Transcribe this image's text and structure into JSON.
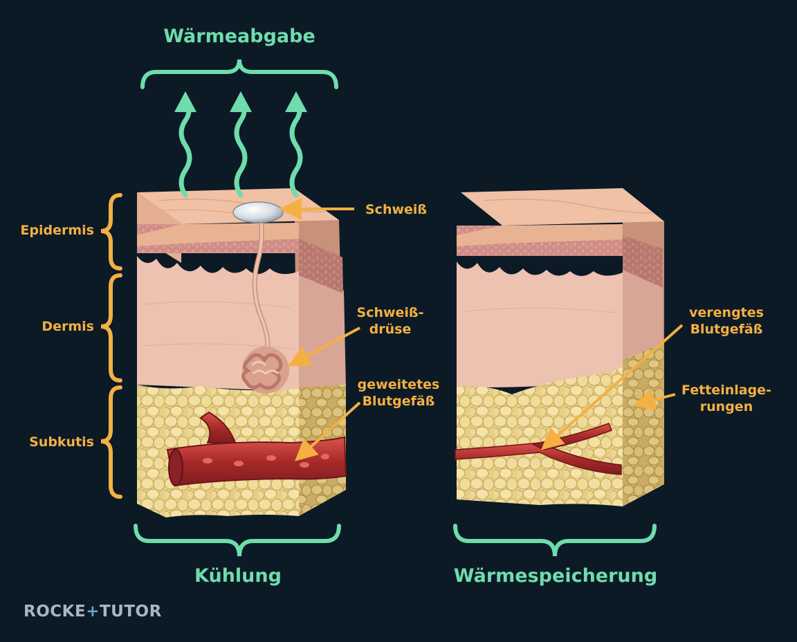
{
  "labels": {
    "top_title": "Wärmeabgabe",
    "epidermis": "Epidermis",
    "dermis": "Dermis",
    "subkutis": "Subkutis",
    "schweiss": "Schweiß",
    "schweissdruese_1": "Schweiß-",
    "schweissdruese_2": "drüse",
    "geweitet_1": "geweitetes",
    "geweitet_2": "Blutgefäß",
    "verengt_1": "verengtes",
    "verengt_2": "Blutgefäß",
    "fett_1": "Fetteinlage-",
    "fett_2": "rungen",
    "kuehlung": "Kühlung",
    "waermespeicherung": "Wärmespeicherung"
  },
  "logo": {
    "part1": "ROCKE",
    "plus": "+",
    "part2": "TUTOR"
  },
  "colors": {
    "background": "#0c1a26",
    "label_orange": "#f4b042",
    "label_green": "#6fdcac",
    "epidermis": "#e9b79a",
    "dermis": "#edc2b1",
    "fat": "#e8d28e",
    "vessel": "#b8322f"
  }
}
